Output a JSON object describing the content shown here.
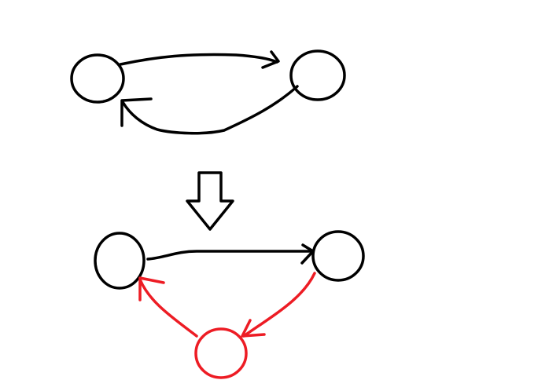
{
  "colors": {
    "background": "#ffffff",
    "ink": "#000000",
    "highlight": "#ed1c24"
  },
  "diagram": {
    "before": {
      "nodes": [
        "node-a",
        "node-b"
      ],
      "edges": [
        "a-to-b",
        "b-to-a"
      ]
    },
    "after": {
      "nodes": [
        "node-a",
        "node-b",
        "node-c"
      ],
      "edges": [
        "a-to-b",
        "b-to-c",
        "c-to-a"
      ]
    }
  }
}
